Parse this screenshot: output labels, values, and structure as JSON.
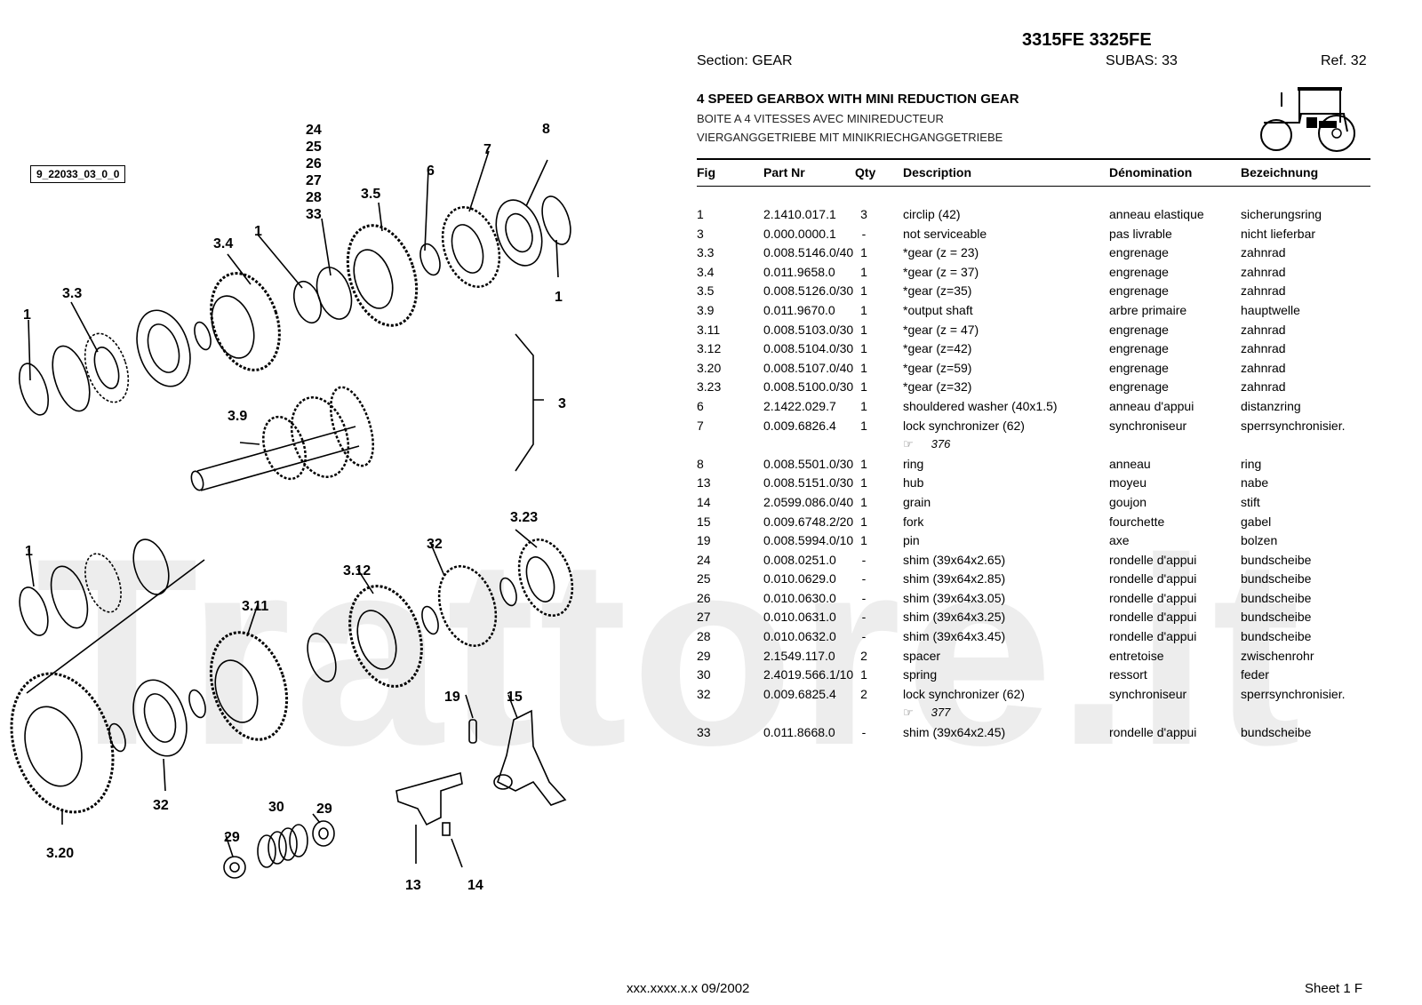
{
  "header": {
    "model": "3315FE 3325FE",
    "section": "Section: GEAR",
    "subas": "SUBAS: 33",
    "ref": "Ref. 32",
    "title_en": "4 SPEED GEARBOX WITH MINI REDUCTION GEAR",
    "title_fr": "BOITE A 4 VITESSES AVEC MINIREDUCTEUR",
    "title_de": "VIERGANGGETRIEBE MIT MINIKRIECHGANGGETRIEBE"
  },
  "table": {
    "columns": [
      "Fig",
      "Part Nr",
      "Qty",
      "Description",
      "Dénomination",
      "Bezeichnung"
    ],
    "rows": [
      {
        "fig": "1",
        "part": "2.1410.017.1",
        "qty": "3",
        "desc": "circlip (42)",
        "fr": "anneau elastique",
        "de": "sicherungsring"
      },
      {
        "fig": "3",
        "part": "0.000.0000.1",
        "qty": "-",
        "desc": "not serviceable",
        "fr": "pas livrable",
        "de": "nicht lieferbar"
      },
      {
        "fig": "3.3",
        "part": "0.008.5146.0/40",
        "qty": "1",
        "desc": "*gear (z = 23)",
        "fr": "engrenage",
        "de": "zahnrad"
      },
      {
        "fig": "3.4",
        "part": "0.011.9658.0",
        "qty": "1",
        "desc": "*gear (z = 37)",
        "fr": "engrenage",
        "de": "zahnrad"
      },
      {
        "fig": "3.5",
        "part": "0.008.5126.0/30",
        "qty": "1",
        "desc": "*gear (z=35)",
        "fr": "engrenage",
        "de": "zahnrad"
      },
      {
        "fig": "3.9",
        "part": "0.011.9670.0",
        "qty": "1",
        "desc": "*output shaft",
        "fr": "arbre primaire",
        "de": "hauptwelle"
      },
      {
        "fig": "3.11",
        "part": "0.008.5103.0/30",
        "qty": "1",
        "desc": "*gear (z = 47)",
        "fr": "engrenage",
        "de": "zahnrad"
      },
      {
        "fig": "3.12",
        "part": "0.008.5104.0/30",
        "qty": "1",
        "desc": "*gear (z=42)",
        "fr": "engrenage",
        "de": "zahnrad"
      },
      {
        "fig": "3.20",
        "part": "0.008.5107.0/40",
        "qty": "1",
        "desc": "*gear (z=59)",
        "fr": "engrenage",
        "de": "zahnrad"
      },
      {
        "fig": "3.23",
        "part": "0.008.5100.0/30",
        "qty": "1",
        "desc": "*gear (z=32)",
        "fr": "engrenage",
        "de": "zahnrad"
      },
      {
        "fig": "6",
        "part": "2.1422.029.7",
        "qty": "1",
        "desc": "shouldered washer (40x1.5)",
        "fr": "anneau d'appui",
        "de": "distanzring"
      },
      {
        "fig": "7",
        "part": "0.009.6826.4",
        "qty": "1",
        "desc": "lock synchronizer (62)",
        "fr": "synchroniseur",
        "de": "sperrsynchronisier.",
        "note": "376"
      },
      {
        "fig": "8",
        "part": "0.008.5501.0/30",
        "qty": "1",
        "desc": "ring",
        "fr": "anneau",
        "de": "ring"
      },
      {
        "fig": "13",
        "part": "0.008.5151.0/30",
        "qty": "1",
        "desc": "hub",
        "fr": "moyeu",
        "de": "nabe"
      },
      {
        "fig": "14",
        "part": "2.0599.086.0/40",
        "qty": "1",
        "desc": "grain",
        "fr": "goujon",
        "de": "stift"
      },
      {
        "fig": "15",
        "part": "0.009.6748.2/20",
        "qty": "1",
        "desc": "fork",
        "fr": "fourchette",
        "de": "gabel"
      },
      {
        "fig": "19",
        "part": "0.008.5994.0/10",
        "qty": "1",
        "desc": "pin",
        "fr": "axe",
        "de": "bolzen"
      },
      {
        "fig": "24",
        "part": "0.008.0251.0",
        "qty": "-",
        "desc": "shim (39x64x2.65)",
        "fr": "rondelle d'appui",
        "de": "bundscheibe"
      },
      {
        "fig": "25",
        "part": "0.010.0629.0",
        "qty": "-",
        "desc": "shim (39x64x2.85)",
        "fr": "rondelle d'appui",
        "de": "bundscheibe"
      },
      {
        "fig": "26",
        "part": "0.010.0630.0",
        "qty": "-",
        "desc": "shim (39x64x3.05)",
        "fr": "rondelle d'appui",
        "de": "bundscheibe"
      },
      {
        "fig": "27",
        "part": "0.010.0631.0",
        "qty": "-",
        "desc": "shim (39x64x3.25)",
        "fr": "rondelle d'appui",
        "de": "bundscheibe"
      },
      {
        "fig": "28",
        "part": "0.010.0632.0",
        "qty": "-",
        "desc": "shim (39x64x3.45)",
        "fr": "rondelle d'appui",
        "de": "bundscheibe"
      },
      {
        "fig": "29",
        "part": "2.1549.117.0",
        "qty": "2",
        "desc": "spacer",
        "fr": "entretoise",
        "de": "zwischenrohr"
      },
      {
        "fig": "30",
        "part": "2.4019.566.1/10",
        "qty": "1",
        "desc": "spring",
        "fr": "ressort",
        "de": "feder"
      },
      {
        "fig": "32",
        "part": "0.009.6825.4",
        "qty": "2",
        "desc": "lock synchronizer (62)",
        "fr": "synchroniseur",
        "de": "sperrsynchronisier.",
        "note": "377"
      },
      {
        "fig": "33",
        "part": "0.011.8668.0",
        "qty": "-",
        "desc": "shim (39x64x2.45)",
        "fr": "rondelle d'appui",
        "de": "bundscheibe"
      }
    ]
  },
  "diagram": {
    "id": "9_22033_03_0_0",
    "watermark": "Trattore.it",
    "callouts": {
      "c1a": "1",
      "c1b": "1",
      "c1c": "1",
      "c3": "3",
      "c33": "3.3",
      "c34": "3.4",
      "c35": "3.5",
      "c39": "3.9",
      "c311": "3.11",
      "c312": "3.12",
      "c320": "3.20",
      "c323": "3.23",
      "c6": "6",
      "c7": "7",
      "c8": "8",
      "c13": "13",
      "c14": "14",
      "c15": "15",
      "c19": "19",
      "c24": "24",
      "c25": "25",
      "c26": "26",
      "c27": "27",
      "c28": "28",
      "c33b": "33",
      "c29a": "29",
      "c29b": "29",
      "c30": "30",
      "c32a": "32",
      "c32b": "32"
    }
  },
  "footer": {
    "version": "xxx.xxxx.x.x  09/2002",
    "sheet": "Sheet 1 F"
  },
  "colors": {
    "text": "#000000",
    "watermark": "#000000",
    "background": "#ffffff"
  }
}
